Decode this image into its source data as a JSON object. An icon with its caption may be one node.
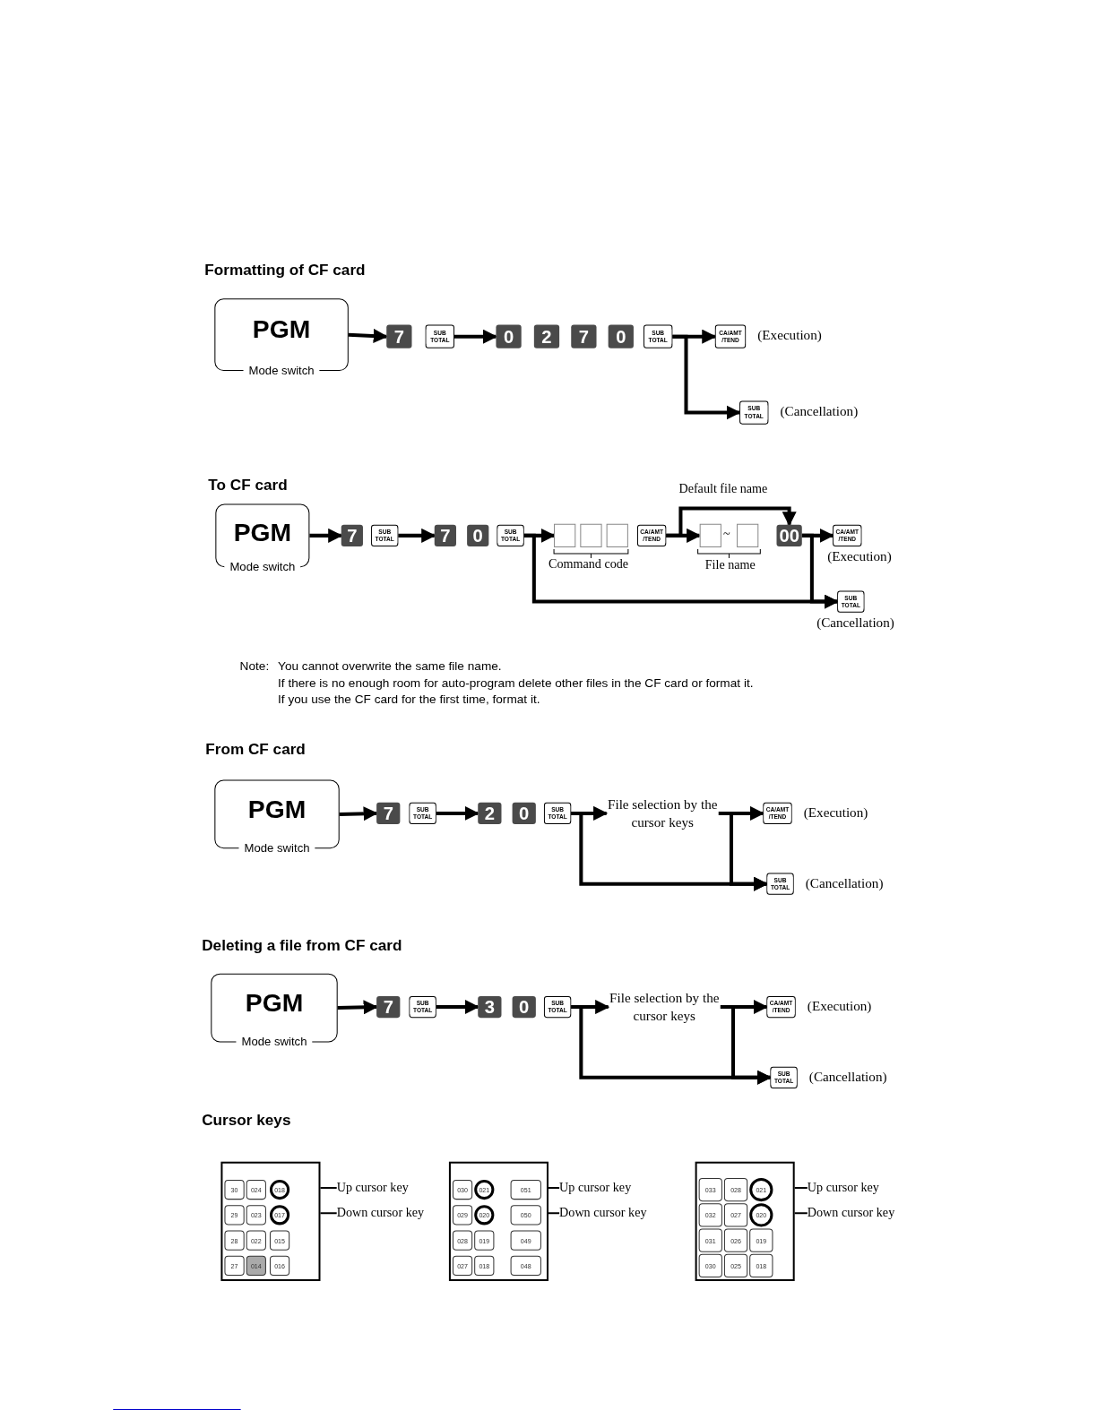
{
  "diagram": {
    "nodes": [
      {
        "text": [
          "PGM",
          "Mode switch"
        ]
      },
      {
        "text": [
          "7"
        ]
      },
      {
        "text": [
          "SUB TOTAL"
        ]
      },
      {
        "text": [
          "0"
        ]
      },
      {
        "text": [
          "2"
        ]
      },
      {
        "text": [
          "7"
        ]
      },
      {
        "text": [
          "0"
        ]
      },
      {
        "text": [
          "SUB TOTAL"
        ]
      },
      {
        "text": [
          "CA/AMT /TEND"
        ],
        "beside": [
          "(Execution)"
        ]
      },
      {
        "text": [
          "SUB TOTAL"
        ],
        "beside": [
          "(Cancellation)"
        ]
      },
      {
        "text": [
          "PGM",
          "Mode switch"
        ]
      },
      {
        "text": [
          "7"
        ]
      },
      {
        "text": [
          "SUB TOTAL"
        ]
      },
      {
        "text": [
          "7"
        ]
      },
      {
        "text": [
          "0"
        ]
      },
      {
        "text": [
          "SUB TOTAL"
        ]
      },
      {
        "text": [],
        "shape": "box"
      },
      {
        "text": [],
        "shape": "box"
      },
      {
        "text": [],
        "shape": "box"
      },
      {
        "text": [
          "CA/AMT /TEND"
        ]
      },
      {
        "text": [],
        "shape": "box"
      },
      {
        "text": [],
        "shape": "box"
      },
      {
        "text": [
          "00"
        ]
      },
      {
        "text": [
          "CA/AMT /TEND"
        ],
        "beside": [
          "(Execution)"
        ]
      },
      {
        "text": [
          "SUB TOTAL"
        ],
        "beside": [
          "(Cancellation)"
        ]
      },
      {
        "text": [
          "PGM",
          "Mode switch"
        ]
      },
      {
        "text": [
          "7"
        ]
      },
      {
        "text": [
          "SUB TOTAL"
        ]
      },
      {
        "text": [
          "2"
        ]
      },
      {
        "text": [
          "0"
        ]
      },
      {
        "text": [
          "SUB TOTAL"
        ]
      },
      {
        "text": [
          "File selection by the cursor keys"
        ]
      },
      {
        "text": [
          "CA/AMT /TEND"
        ],
        "beside": [
          "(Execution)"
        ]
      },
      {
        "text": [
          "SUB TOTAL"
        ],
        "beside": [
          "(Cancellation)"
        ]
      },
      {
        "text": [
          "PGM",
          "Mode switch"
        ]
      },
      {
        "text": [
          "7"
        ]
      },
      {
        "text": [
          "SUB TOTAL"
        ]
      },
      {
        "text": [
          "3"
        ]
      },
      {
        "text": [
          "0"
        ]
      },
      {
        "text": [
          "SUB TOTAL"
        ]
      },
      {
        "text": [
          "File selection by the cursor keys"
        ]
      },
      {
        "text": [
          "CA/AMT /TEND"
        ],
        "beside": [
          "(Execution)"
        ]
      },
      {
        "text": [
          "SUB TOTAL"
        ],
        "beside": [
          "(Cancellation)"
        ]
      },
      {
        "text": [],
        "shape": "box"
      },
      {
        "text": [
          "30"
        ],
        "in": 43
      },
      {
        "text": [
          "024"
        ],
        "in": 43
      },
      {
        "text": [
          "018"
        ],
        "in": 43
      },
      {
        "text": [
          "29"
        ],
        "in": 43
      },
      {
        "text": [
          "023"
        ],
        "in": 43
      },
      {
        "text": [
          "017"
        ],
        "in": 43
      },
      {
        "text": [
          "28"
        ],
        "in": 43
      },
      {
        "text": [
          "022"
        ],
        "in": 43
      },
      {
        "text": [
          "015"
        ],
        "in": 43
      },
      {
        "text": [
          "27"
        ],
        "in": 43
      },
      {
        "text": [
          "014"
        ],
        "in": 43
      },
      {
        "text": [
          "016"
        ],
        "in": 43
      },
      {
        "text": [
          "Up cursor key"
        ]
      },
      {
        "text": [
          "Down cursor key"
        ]
      },
      {
        "text": [],
        "shape": "box"
      },
      {
        "text": [
          "030"
        ],
        "in": 58
      },
      {
        "text": [
          "021"
        ],
        "in": 58
      },
      {
        "text": [
          "051"
        ],
        "in": 58
      },
      {
        "text": [
          "029"
        ],
        "in": 58
      },
      {
        "text": [
          "020"
        ],
        "in": 58
      },
      {
        "text": [
          "050"
        ],
        "in": 58
      },
      {
        "text": [
          "028"
        ],
        "in": 58
      },
      {
        "text": [
          "019"
        ],
        "in": 58
      },
      {
        "text": [
          "049"
        ],
        "in": 58
      },
      {
        "text": [
          "027"
        ],
        "in": 58
      },
      {
        "text": [
          "018"
        ],
        "in": 58
      },
      {
        "text": [
          "048"
        ],
        "in": 58
      },
      {
        "text": [
          "Up cursor key"
        ]
      },
      {
        "text": [
          "Down cursor key"
        ]
      },
      {
        "text": [],
        "shape": "box"
      },
      {
        "text": [
          "033"
        ],
        "in": 73
      },
      {
        "text": [
          "028"
        ],
        "in": 73
      },
      {
        "text": [
          "021"
        ],
        "in": 73
      },
      {
        "text": [
          "032"
        ],
        "in": 73
      },
      {
        "text": [
          "027"
        ],
        "in": 73
      },
      {
        "text": [
          "020"
        ],
        "in": 73
      },
      {
        "text": [
          "031"
        ],
        "in": 73
      },
      {
        "text": [
          "026"
        ],
        "in": 73
      },
      {
        "text": [
          "019"
        ],
        "in": 73
      },
      {
        "text": [
          "030"
        ],
        "in": 73
      },
      {
        "text": [
          "025"
        ],
        "in": 73
      },
      {
        "text": [
          "018"
        ],
        "in": 73
      },
      {
        "text": [
          "Up cursor key"
        ]
      },
      {
        "text": [
          "Down cursor key"
        ]
      }
    ],
    "edges": [
      {
        "from": 0,
        "to": 1,
        "arrow": "to"
      },
      {
        "from": 2,
        "to": 3,
        "arrow": "to"
      },
      {
        "from": 7,
        "to": 8,
        "arrow": "to"
      },
      {
        "from": 7,
        "to": 9,
        "arrow": "to"
      },
      {
        "from": 10,
        "to": 11,
        "arrow": "to"
      },
      {
        "from": 12,
        "to": 13,
        "arrow": "to"
      },
      {
        "from": 15,
        "to": 16,
        "arrow": "to"
      },
      {
        "from": 19,
        "to": 20,
        "arrow": "to"
      },
      {
        "from": 19,
        "to": 22,
        "arrow": "to",
        "label": "Default file name"
      },
      {
        "from": 22,
        "to": 23,
        "arrow": "to"
      },
      {
        "from": 22,
        "to": 24,
        "arrow": "to"
      },
      {
        "from": 15,
        "to": 24,
        "arrow": "to"
      },
      {
        "from": 25,
        "to": 26,
        "arrow": "to"
      },
      {
        "from": 27,
        "to": 28,
        "arrow": "to"
      },
      {
        "from": 30,
        "to": 31,
        "arrow": "to"
      },
      {
        "from": 31,
        "to": 32,
        "arrow": "to"
      },
      {
        "from": 31,
        "to": 33,
        "arrow": "to"
      },
      {
        "from": 30,
        "to": 33,
        "arrow": "to"
      },
      {
        "from": 34,
        "to": 35,
        "arrow": "to"
      },
      {
        "from": 36,
        "to": 37,
        "arrow": "to"
      },
      {
        "from": 39,
        "to": 40,
        "arrow": "to"
      },
      {
        "from": 40,
        "to": 41,
        "arrow": "to"
      },
      {
        "from": 40,
        "to": 42,
        "arrow": "to"
      },
      {
        "from": 39,
        "to": 42,
        "arrow": "to"
      },
      {
        "from": 56,
        "to": 46,
        "arrow": "none"
      },
      {
        "from": 57,
        "to": 49,
        "arrow": "none"
      },
      {
        "from": 71,
        "to": 60,
        "arrow": "none"
      },
      {
        "from": 72,
        "to": 63,
        "arrow": "none"
      },
      {
        "from": 86,
        "to": 76,
        "arrow": "none"
      },
      {
        "from": 87,
        "to": 79,
        "arrow": "none"
      }
    ],
    "labels": [
      "Formatting of CF card",
      "To CF card",
      "Command code",
      "~",
      "File name",
      "Note:",
      "You cannot overwrite the same file name.",
      "If there is no enough room for auto-program delete other files in the CF card or format it.",
      "If you use the CF card for the first time, format it.",
      "From CF card",
      "Deleting a file from CF card",
      "Cursor keys"
    ]
  }
}
